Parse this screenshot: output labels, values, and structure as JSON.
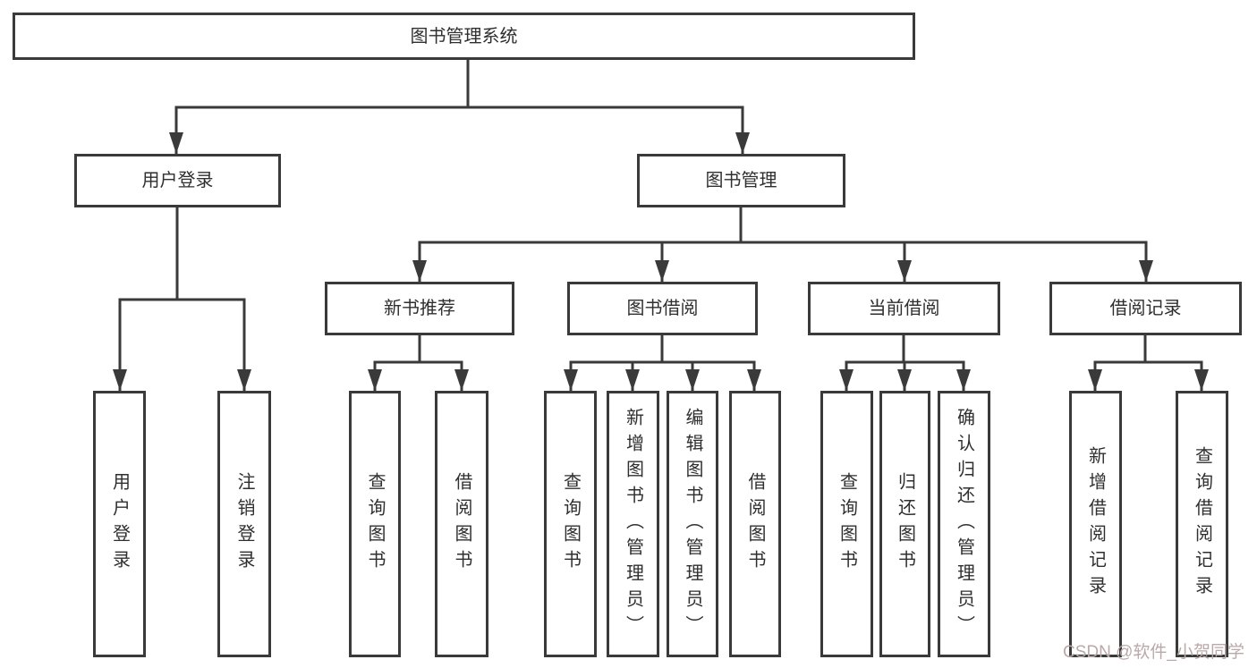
{
  "title": "图书管理系统",
  "colors": {
    "line": "#3a3a3a",
    "text": "#2f2f2f",
    "background": "#ffffff",
    "watermark": "#bba9a9"
  },
  "watermark": "CSDN @软件_小贺同学",
  "tree": {
    "root": {
      "label": "图书管理系统"
    },
    "branches": [
      {
        "label": "用户登录",
        "children": [
          {
            "label": "用户登录"
          },
          {
            "label": "注销登录"
          }
        ]
      },
      {
        "label": "图书管理",
        "children": [
          {
            "label": "新书推荐",
            "children": [
              {
                "label": "查询图书"
              },
              {
                "label": "借阅图书"
              }
            ]
          },
          {
            "label": "图书借阅",
            "children": [
              {
                "label": "查询图书"
              },
              {
                "label": "新增图书（管理员）"
              },
              {
                "label": "编辑图书（管理员）"
              },
              {
                "label": "借阅图书"
              }
            ]
          },
          {
            "label": "当前借阅",
            "children": [
              {
                "label": "查询图书"
              },
              {
                "label": "归还图书"
              },
              {
                "label": "确认归还（管理员）"
              }
            ]
          },
          {
            "label": "借阅记录",
            "children": [
              {
                "label": "新增借阅记录"
              },
              {
                "label": "查询借阅记录"
              }
            ]
          }
        ]
      }
    ]
  }
}
